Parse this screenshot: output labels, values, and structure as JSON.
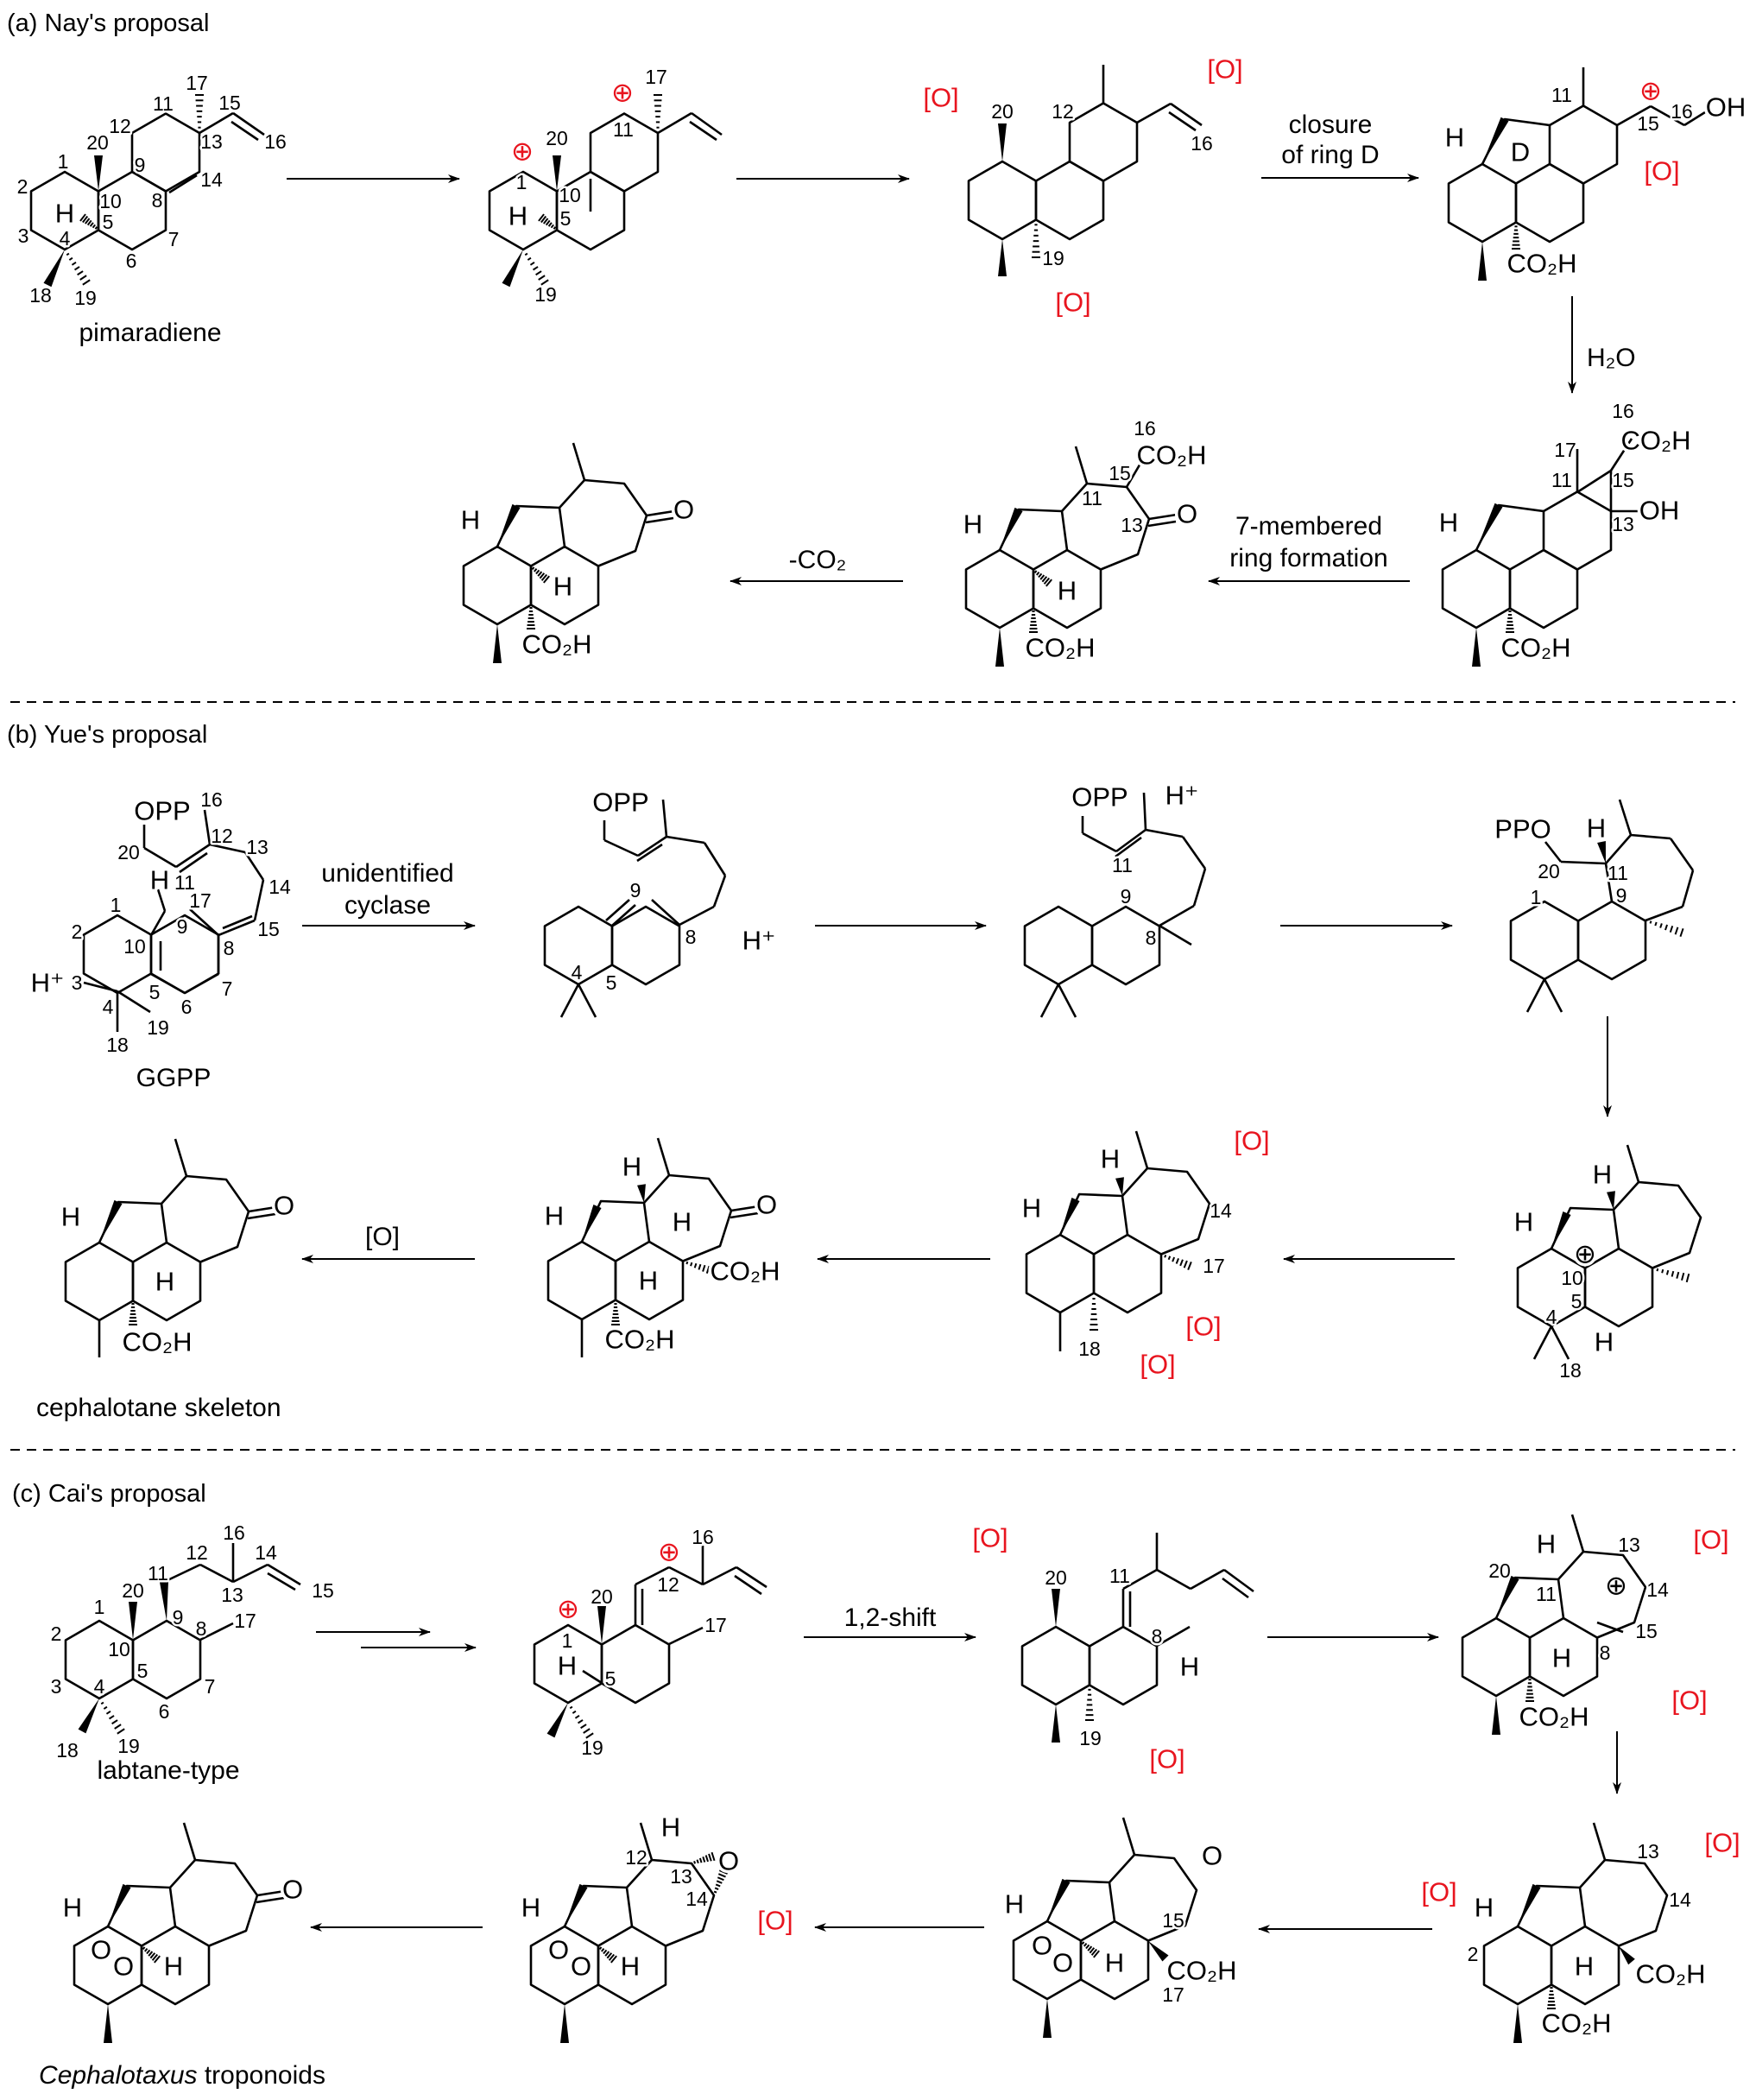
{
  "colors": {
    "oxidation": "#e8141e",
    "bond": "#000000"
  },
  "a": {
    "title": "(a) Nay's proposal",
    "names": {
      "pimaradiene": "pimaradiene"
    },
    "reagents": {
      "closure_1": "closure",
      "closure_2": "of ring D",
      "h2o": "H₂O",
      "seven_1": "7-membered",
      "seven_2": "ring formation",
      "decarboxylation": "-CO₂"
    },
    "mols": [
      {
        "labels": [
          "1",
          "2",
          "3",
          "4",
          "5",
          "10",
          "20",
          "9",
          "8",
          "12",
          "11",
          "17",
          "15",
          "13",
          "16",
          "14",
          "7",
          "6",
          "18",
          "19",
          "H"
        ]
      },
      {
        "labels": [
          "20",
          "1",
          "10",
          "5",
          "H",
          "19",
          "11",
          "17",
          "⊕",
          "⊕"
        ]
      },
      {
        "labels": [
          "[O]",
          "20",
          "12",
          "[O]",
          "16",
          "19",
          "[O]"
        ]
      },
      {
        "labels": [
          "11",
          "⊕",
          "15",
          "16",
          "OH",
          "[O]",
          "H",
          "D",
          "CO₂H"
        ]
      },
      {
        "labels": [
          "16",
          "CO₂H",
          "17",
          "11",
          "15",
          "OH",
          "13",
          "H",
          "CO₂H"
        ]
      },
      {
        "labels": [
          "16",
          "CO₂H",
          "15",
          "11",
          "13",
          "O",
          "H",
          "H",
          "CO₂H"
        ]
      },
      {
        "labels": [
          "O",
          "H",
          "H",
          "CO₂H"
        ]
      }
    ]
  },
  "b": {
    "title": "(b) Yue's proposal",
    "names": {
      "ggpp": "GGPP",
      "cephalotane": "cephalotane skeleton"
    },
    "reagents": {
      "cyclase_1": "unidentified",
      "cyclase_2": "cyclase",
      "oxidation": "[O]"
    },
    "mols": [
      {
        "labels": [
          "OPP",
          "16",
          "12",
          "20",
          "13",
          "H",
          "11",
          "14",
          "1",
          "17",
          "9",
          "15",
          "2",
          "10",
          "8",
          "H⁺",
          "3",
          "5",
          "7",
          "4",
          "6",
          "19",
          "18"
        ]
      },
      {
        "labels": [
          "OPP",
          "9",
          "8",
          "H⁺",
          "4",
          "5"
        ]
      },
      {
        "labels": [
          "OPP",
          "H⁺",
          "11",
          "9",
          "8"
        ]
      },
      {
        "labels": [
          "PPO",
          "H",
          "20",
          "11",
          "1",
          "9"
        ]
      },
      {
        "labels": [
          "H",
          "H",
          "⊕",
          "10",
          "5",
          "4",
          "H",
          "18"
        ]
      },
      {
        "labels": [
          "[O]",
          "H",
          "H",
          "14",
          "17",
          "[O]",
          "18",
          "[O]"
        ]
      },
      {
        "labels": [
          "O",
          "H",
          "H",
          "H",
          "CO₂H",
          "H",
          "CO₂H"
        ]
      },
      {
        "labels": [
          "O",
          "H",
          "H",
          "CO₂H"
        ]
      }
    ]
  },
  "c": {
    "title": "(c) Cai's proposal",
    "names": {
      "labtane": "labtane-type",
      "troponoids_italic": "Cephalotaxus",
      "troponoids_rest": " troponoids"
    },
    "reagents": {
      "shift": "1,2-shift"
    },
    "mols": [
      {
        "labels": [
          "16",
          "12",
          "14",
          "11",
          "20",
          "13",
          "15",
          "1",
          "9",
          "8",
          "17",
          "2",
          "10",
          "5",
          "3",
          "4",
          "7",
          "6",
          "18",
          "19"
        ]
      },
      {
        "labels": [
          "16",
          "⊕",
          "12",
          "20",
          "⊕",
          "17",
          "1",
          "H",
          "5",
          "19"
        ]
      },
      {
        "labels": [
          "[O]",
          "20",
          "11",
          "8",
          "H",
          "19",
          "[O]"
        ]
      },
      {
        "labels": [
          "H",
          "13",
          "[O]",
          "20",
          "⊕",
          "14",
          "11",
          "15",
          "H",
          "8",
          "[O]",
          "CO₂H"
        ]
      },
      {
        "labels": [
          "13",
          "[O]",
          "[O]",
          "14",
          "H",
          "2",
          "H",
          "CO₂H",
          "CO₂H"
        ]
      },
      {
        "labels": [
          "O",
          "H",
          "15",
          "O",
          "O",
          "H",
          "CO₂H",
          "17"
        ]
      },
      {
        "labels": [
          "H",
          "12",
          "O",
          "13",
          "14",
          "[O]",
          "H",
          "O",
          "O",
          "H"
        ]
      },
      {
        "labels": [
          "O",
          "H",
          "O",
          "O",
          "H"
        ]
      }
    ]
  }
}
